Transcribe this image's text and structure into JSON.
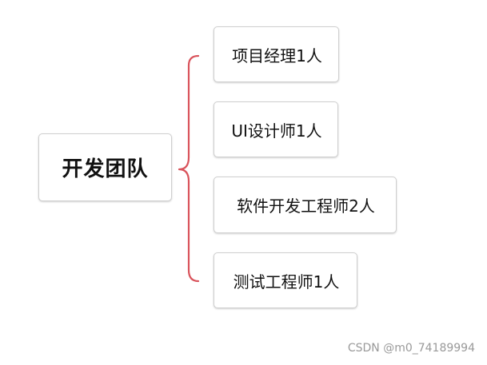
{
  "diagram": {
    "root": {
      "label": "开发团队"
    },
    "children": [
      {
        "label": "项目经理1人"
      },
      {
        "label": "UI设计师1人"
      },
      {
        "label": "软件开发工程师2人"
      },
      {
        "label": "测试工程师1人"
      }
    ],
    "connector_color": "#d9535b"
  },
  "watermark": "CSDN @m0_74189994"
}
